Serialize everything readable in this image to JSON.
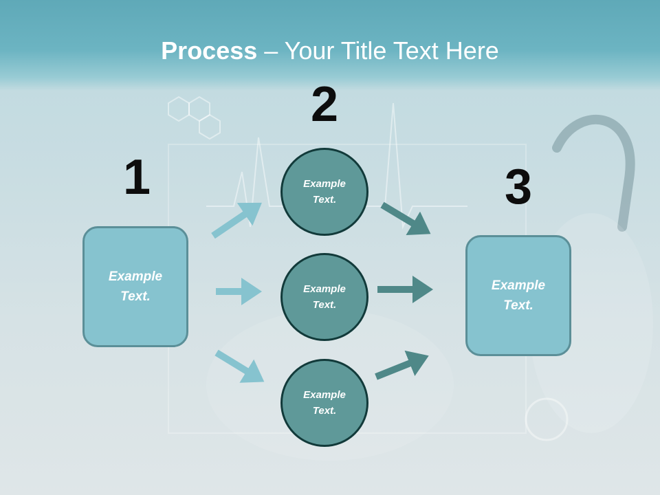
{
  "title": {
    "bold": "Process",
    "rest": " – Your Title Text Here"
  },
  "steps": {
    "one": "1",
    "two": "2",
    "three": "3"
  },
  "left_box": {
    "line1": "Example",
    "line2": "Text."
  },
  "right_box": {
    "line1": "Example",
    "line2": "Text."
  },
  "circles": [
    {
      "line1": "Example",
      "line2": "Text."
    },
    {
      "line1": "Example",
      "line2": "Text."
    },
    {
      "line1": "Example",
      "line2": "Text."
    }
  ],
  "colors": {
    "title_bar": "#6cb4c2",
    "box_fill": "#86c3cf",
    "circle_fill": "#5f9999",
    "arrow_light": "#86c3cf",
    "arrow_dark": "#4f8888"
  }
}
